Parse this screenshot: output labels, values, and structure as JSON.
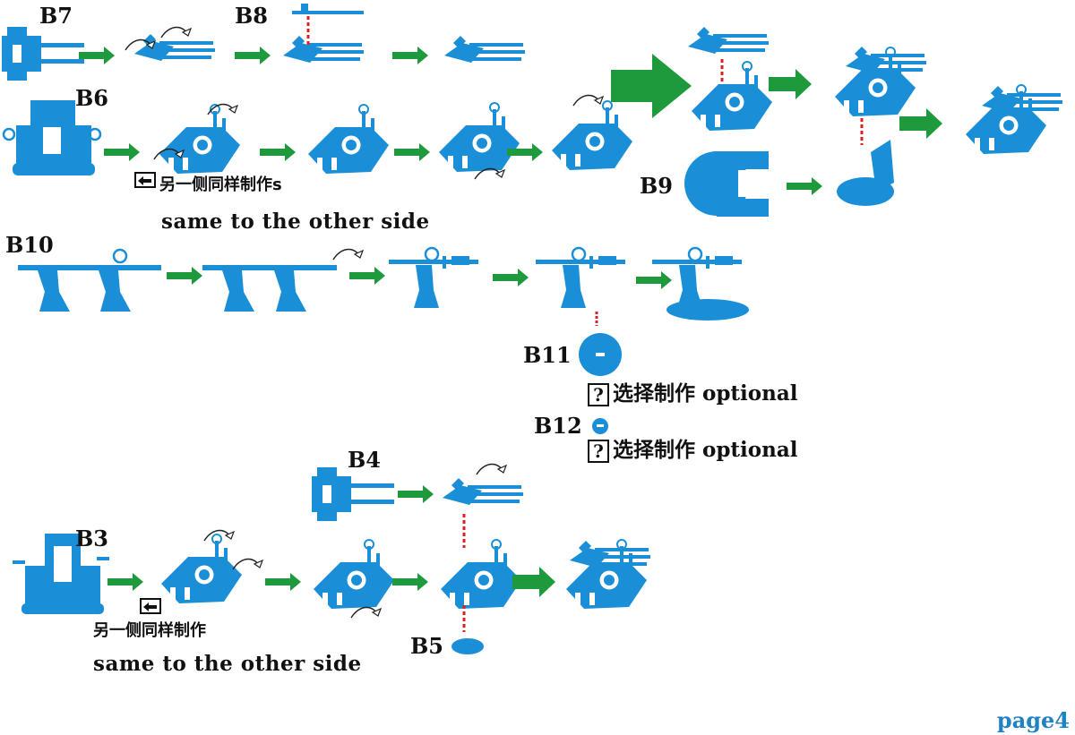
{
  "parts": {
    "b7": "B7",
    "b8": "B8",
    "b6": "B6",
    "b9": "B9",
    "b10": "B10",
    "b11": "B11",
    "b12": "B12",
    "b4": "B4",
    "b3": "B3",
    "b5": "B5"
  },
  "notes": {
    "b6_cn": "另一侧同样制作s",
    "b6_en": "same to the other side",
    "b3_cn": "另一侧同样制作",
    "b3_en": "same to the other side",
    "b11_optional": "选择制作 optional",
    "b12_optional": "选择制作 optional",
    "question_mark": "?"
  },
  "page_label": "page4",
  "icons": [
    "flip-side-icon",
    "question-box-icon",
    "curved-fold-arrow-icon",
    "green-arrow-icon",
    "red-dashed-arrow-icon"
  ],
  "colors": {
    "part_blue": "#1a8fd8",
    "arrow_green": "#1e9a3c",
    "insert_red": "#e02020",
    "page_label": "#1f82c4"
  }
}
